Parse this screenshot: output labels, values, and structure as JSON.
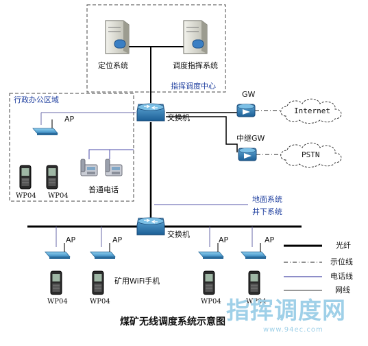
{
  "dispatch_center": {
    "label": "指挥调度中心",
    "servers": [
      "定位系统",
      "调度指挥系统"
    ]
  },
  "office_area": {
    "label": "行政办公区域",
    "ap_label": "AP",
    "phone_labels": [
      "WP04",
      "WP04"
    ],
    "desk_phone_label": "普通电话"
  },
  "switch_label": "交换机",
  "gateways": {
    "gw_label": "GW",
    "relay_gw_label": "中继GW",
    "internet_label": "Internet",
    "pstn_label": "PSTN"
  },
  "boundary": {
    "above": "地面系统",
    "below": "井下系统"
  },
  "underground": {
    "ap_labels": [
      "AP",
      "AP",
      "AP",
      "AP"
    ],
    "phone_labels": [
      "WP04",
      "WP04",
      "WP04",
      "WP04"
    ],
    "wifi_phone_label": "矿用WiFi手机"
  },
  "legend": [
    "光纤",
    "示位线",
    "电话线",
    "网线"
  ],
  "caption": "煤矿无线调度系统示意图",
  "watermark": {
    "text": "指挥调度网",
    "url": "www.94ec.com"
  },
  "colors": {
    "fiber": "#000000",
    "phone_line": "#4a4aa8",
    "net_line": "#6a6aa8",
    "accent_text": "#1f3f9f"
  }
}
